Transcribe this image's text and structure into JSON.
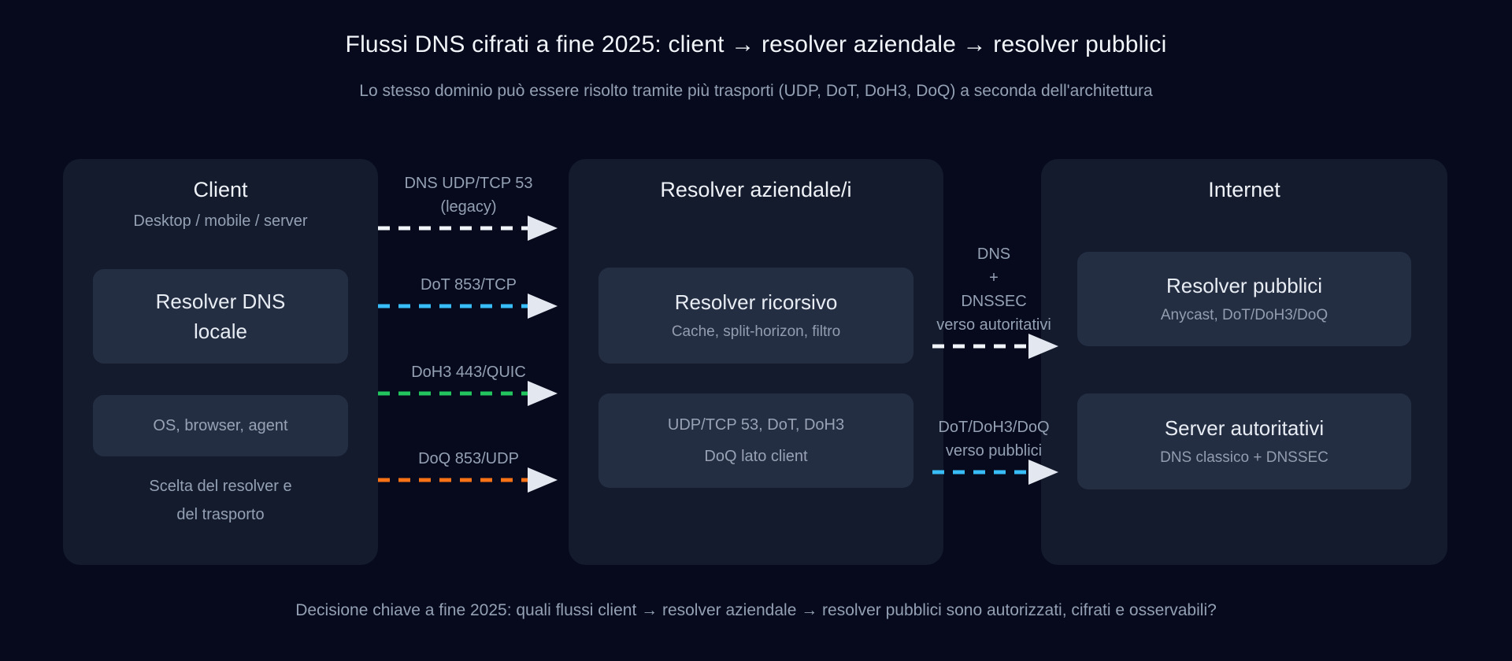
{
  "colors": {
    "background": "#060a1c",
    "panel": "#131b2d",
    "card": "#242e43",
    "heading": "#eef1f6",
    "muted": "#94a0b4",
    "arrow_white": "#f1f5f9",
    "arrow_blue": "#38bdf8",
    "arrow_green": "#22c55e",
    "arrow_orange": "#f97316",
    "arrowhead": "#e3e8f0"
  },
  "header": {
    "title": "Flussi DNS cifrati a fine 2025: client → resolver aziendale → resolver pubblici",
    "subtitle": "Lo stesso dominio può essere risolto tramite più trasporti (UDP, DoT, DoH3, DoQ) a seconda dell'architettura"
  },
  "footer": {
    "text": "Decisione chiave a fine 2025: quali flussi client → resolver aziendale → resolver pubblici sono autorizzati, cifrati e osservabili?"
  },
  "client": {
    "title": "Client",
    "subtitle": "Desktop / mobile / server",
    "local_resolver": "Resolver DNS locale",
    "os_layer": "OS, browser, agent",
    "note": "Scelta del resolver e del trasporto"
  },
  "enterprise": {
    "title": "Resolver aziendale/i",
    "recursive_title": "Resolver ricorsivo",
    "recursive_subtitle": "Cache, split-horizon, filtro",
    "transports_line1": "UDP/TCP 53, DoT, DoH3",
    "transports_line2": "DoQ lato client"
  },
  "internet": {
    "title": "Internet",
    "public_title": "Resolver pubblici",
    "public_subtitle": "Anycast, DoT/DoH3/DoQ",
    "auth_title": "Server autoritativi",
    "auth_subtitle": "DNS classico + DNSSEC"
  },
  "arrows_client_to_enterprise": [
    {
      "label_line1": "DNS UDP/TCP 53",
      "label_line2": "(legacy)",
      "color": "#f1f5f9"
    },
    {
      "label_line1": "DoT 853/TCP",
      "label_line2": "",
      "color": "#38bdf8"
    },
    {
      "label_line1": "DoH3 443/QUIC",
      "label_line2": "",
      "color": "#22c55e"
    },
    {
      "label_line1": "DoQ 853/UDP",
      "label_line2": "",
      "color": "#f97316"
    }
  ],
  "arrows_enterprise_to_internet": [
    {
      "line1": "DNS",
      "line2": "+",
      "line3": "DNSSEC",
      "line4": "verso autoritativi",
      "color": "#f1f5f9"
    },
    {
      "line1": "DoT/DoH3/DoQ",
      "line2": "verso pubblici",
      "line3": "",
      "line4": "",
      "color": "#38bdf8"
    }
  ]
}
